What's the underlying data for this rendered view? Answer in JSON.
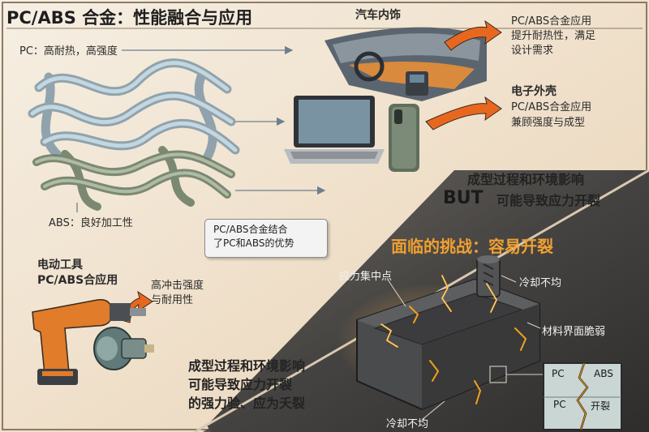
{
  "title": "PC/ABS 合金：性能融合与应用",
  "pc_label": "PC：高耐热，高强度",
  "abs_label": "ABS：良好加工性",
  "fusion_note": [
    "PC/ABS合金结合",
    "了PC和ABS的优势"
  ],
  "automotive": {
    "heading": "汽车内饰",
    "lines": [
      "PC/ABS合金应用",
      "提升耐热性，满足",
      "设计需求"
    ]
  },
  "electronics": {
    "lines": [
      "电子外壳",
      "PC/ABS合金应用",
      "兼顾强度与成型"
    ]
  },
  "power_tools": {
    "lines": [
      "电动工具",
      "PC/ABS合应用"
    ],
    "benefit": [
      "高冲击强度",
      "与耐用性"
    ]
  },
  "but_block": {
    "line1": "成型过程和环境影响",
    "but": "BUT",
    "line2": "可能导致应力开裂"
  },
  "challenge": {
    "title": "面临的挑战：容易开裂",
    "stress_point": "应力集中点",
    "uneven_cooling_top": "冷却不均",
    "interface": "材料界面脆弱",
    "uneven_cooling_bottom": "冷却不均",
    "inset": {
      "pc_top": "PC",
      "abs": "ABS",
      "pc_bottom": "PC",
      "crack": "开裂"
    }
  },
  "bottom_text": [
    "成型过程和环境影响",
    "可能导致应力开裂",
    "的强力验、应为夭裂"
  ],
  "colors": {
    "accent": "#e8671f",
    "crack": "#f2a21a",
    "background": "#f1e6d5",
    "dark_panel": "#3b3b3b"
  }
}
